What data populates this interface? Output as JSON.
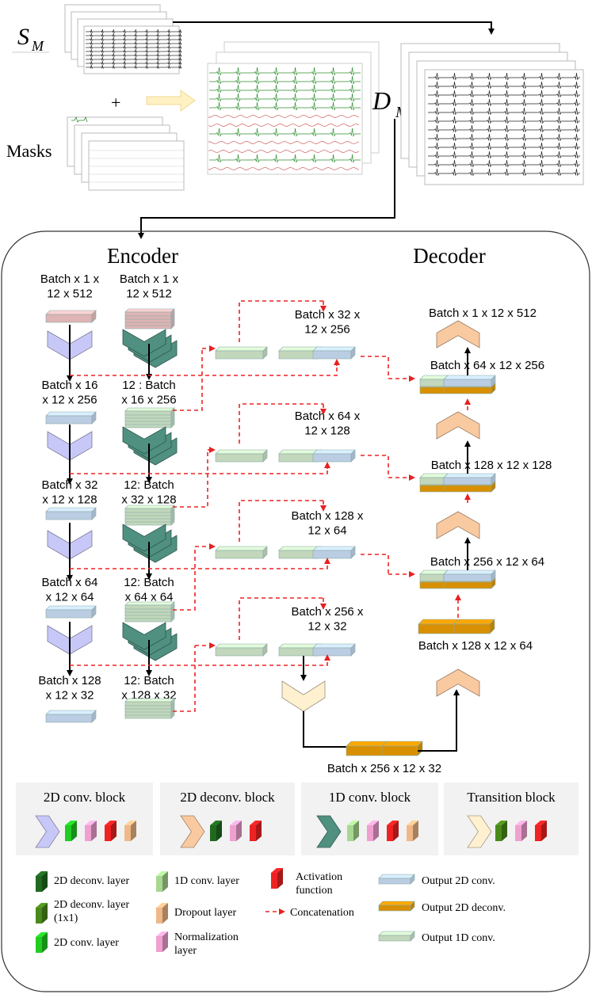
{
  "top": {
    "sm_symbol": "S",
    "sm_sub": "M",
    "plus": "+",
    "masks_label": "Masks",
    "dm_symbol": "D",
    "dm_sub": "M"
  },
  "encoder": {
    "title": "Encoder",
    "left_col": [
      "Batch x 1 x|12 x 512",
      "Batch x 16|x 12 x 256",
      "Batch x 32|x 12 x 128",
      "Batch x 64|x 12 x 64",
      "Batch x 128|x 12 x 32"
    ],
    "right_col": [
      "Batch x 1 x|12 x 512",
      "12 : Batch|x 16 x 256",
      "12: Batch|x 32 x 128",
      "12: Batch|x 64 x 64",
      "12: Batch|x 128 x 32"
    ]
  },
  "skip_labels": [
    "Batch x 32 x|12 x 256",
    "Batch x 64 x|12 x 128",
    "Batch x 128 x|12 x 64",
    "Batch x 256 x|12 x 32"
  ],
  "decoder": {
    "title": "Decoder",
    "labels": [
      "Batch x 1 x 12 x 512",
      "Batch x 64 x 12 x 256",
      "Batch x 128 x 12 x 128",
      "Batch x 256 x 12 x 64",
      "Batch x 128 x 12 x 64"
    ],
    "bottleneck": "Batch x 256 x 12 x 32"
  },
  "blocks": [
    {
      "title": "2D conv. block"
    },
    {
      "title": "2D deconv. block"
    },
    {
      "title": "1D conv. block"
    },
    {
      "title": "Transition block"
    }
  ],
  "legend": [
    "2D deconv. layer",
    "2D deconv. layer|(1x1)",
    "2D conv. layer",
    "1D conv. layer",
    "Dropout layer",
    "Normalization|layer",
    "Activation|function",
    "Concatenation",
    "Output 2D conv.",
    "Output 2D deconv.",
    "Output 1D conv."
  ],
  "colors": {
    "conv2d_block": "#c8c8f8",
    "deconv2d_block": "#f9c9a0",
    "conv1d_block": "#4f9080",
    "transition_block": "#fff0d0",
    "deconv_layer": "#1f6a1f",
    "deconv_1x1": "#4a8a1a",
    "conv_layer": "#22cc22",
    "conv1d_layer": "#a8d890",
    "dropout": "#f0b888",
    "norm": "#f0a0d0",
    "activation": "#ee2222",
    "out2dconv": "#d0e4fb",
    "out2ddeconv": "#f0a000",
    "out1dconv": "#d8efd0",
    "concat": "#ee2222"
  }
}
